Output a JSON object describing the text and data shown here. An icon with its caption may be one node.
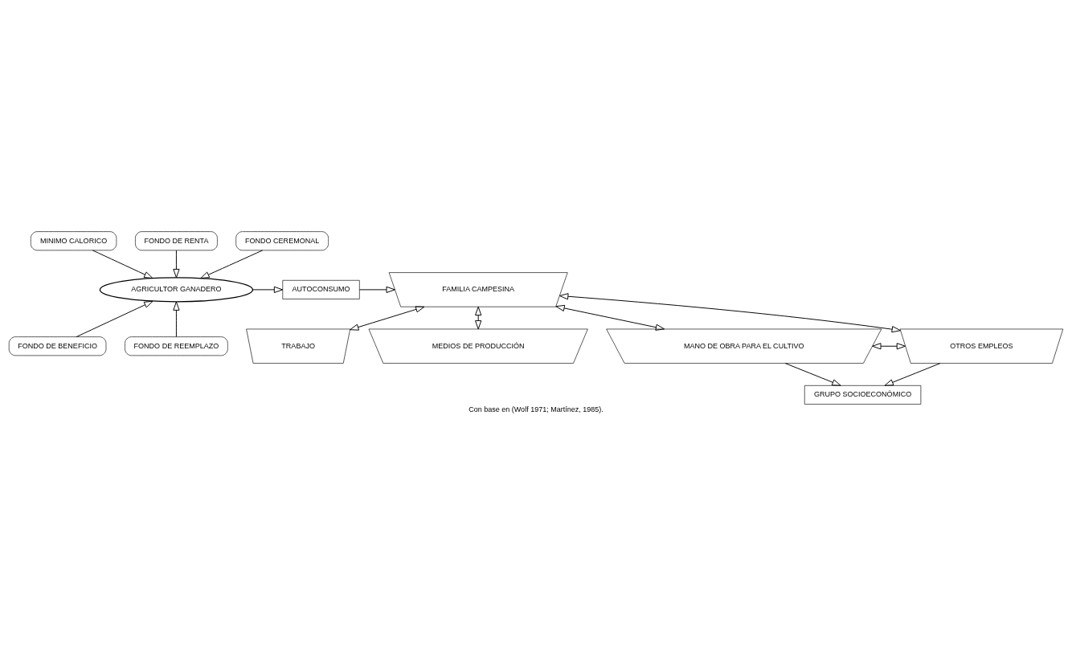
{
  "diagram": {
    "caption": "Con base en (Wolf 1971; Martínez, 1985).",
    "nodes": [
      {
        "text": [
          "MINIMO CALORICO"
        ]
      },
      {
        "text": [
          "FONDO DE RENTA"
        ]
      },
      {
        "text": [
          "FONDO CEREMONAL"
        ]
      },
      {
        "text": [
          "AGRICULTOR GANADERO"
        ]
      },
      {
        "text": [
          "FONDO DE BENEFICIO"
        ]
      },
      {
        "text": [
          "FONDO DE REEMPLAZO"
        ]
      },
      {
        "text": [
          "AUTOCONSUMO"
        ]
      },
      {
        "text": [
          "FAMILIA CAMPESINA"
        ]
      },
      {
        "text": [
          "TRABAJO"
        ]
      },
      {
        "text": [
          "MEDIOS DE PRODUCCIÓN"
        ]
      },
      {
        "text": [
          "MANO DE OBRA PARA EL CULTIVO"
        ]
      },
      {
        "text": [
          "OTROS EMPLEOS"
        ]
      },
      {
        "text": [
          "GRUPO SOCIOECONÓMICO"
        ]
      }
    ],
    "edges": [
      {
        "from": 0,
        "to": 3,
        "arrow": "to"
      },
      {
        "from": 1,
        "to": 3,
        "arrow": "to"
      },
      {
        "from": 2,
        "to": 3,
        "arrow": "to"
      },
      {
        "from": 4,
        "to": 3,
        "arrow": "to"
      },
      {
        "from": 5,
        "to": 3,
        "arrow": "to"
      },
      {
        "from": 3,
        "to": 6,
        "arrow": "to"
      },
      {
        "from": 6,
        "to": 7,
        "arrow": "to"
      },
      {
        "from": 7,
        "to": 8,
        "arrow": "both"
      },
      {
        "from": 7,
        "to": 9,
        "arrow": "both"
      },
      {
        "from": 7,
        "to": 10,
        "arrow": "both"
      },
      {
        "from": 7,
        "to": 11,
        "arrow": "both"
      },
      {
        "from": 10,
        "to": 11,
        "arrow": "both"
      },
      {
        "from": 10,
        "to": 12,
        "arrow": "to"
      },
      {
        "from": 11,
        "to": 12,
        "arrow": "to"
      }
    ]
  }
}
